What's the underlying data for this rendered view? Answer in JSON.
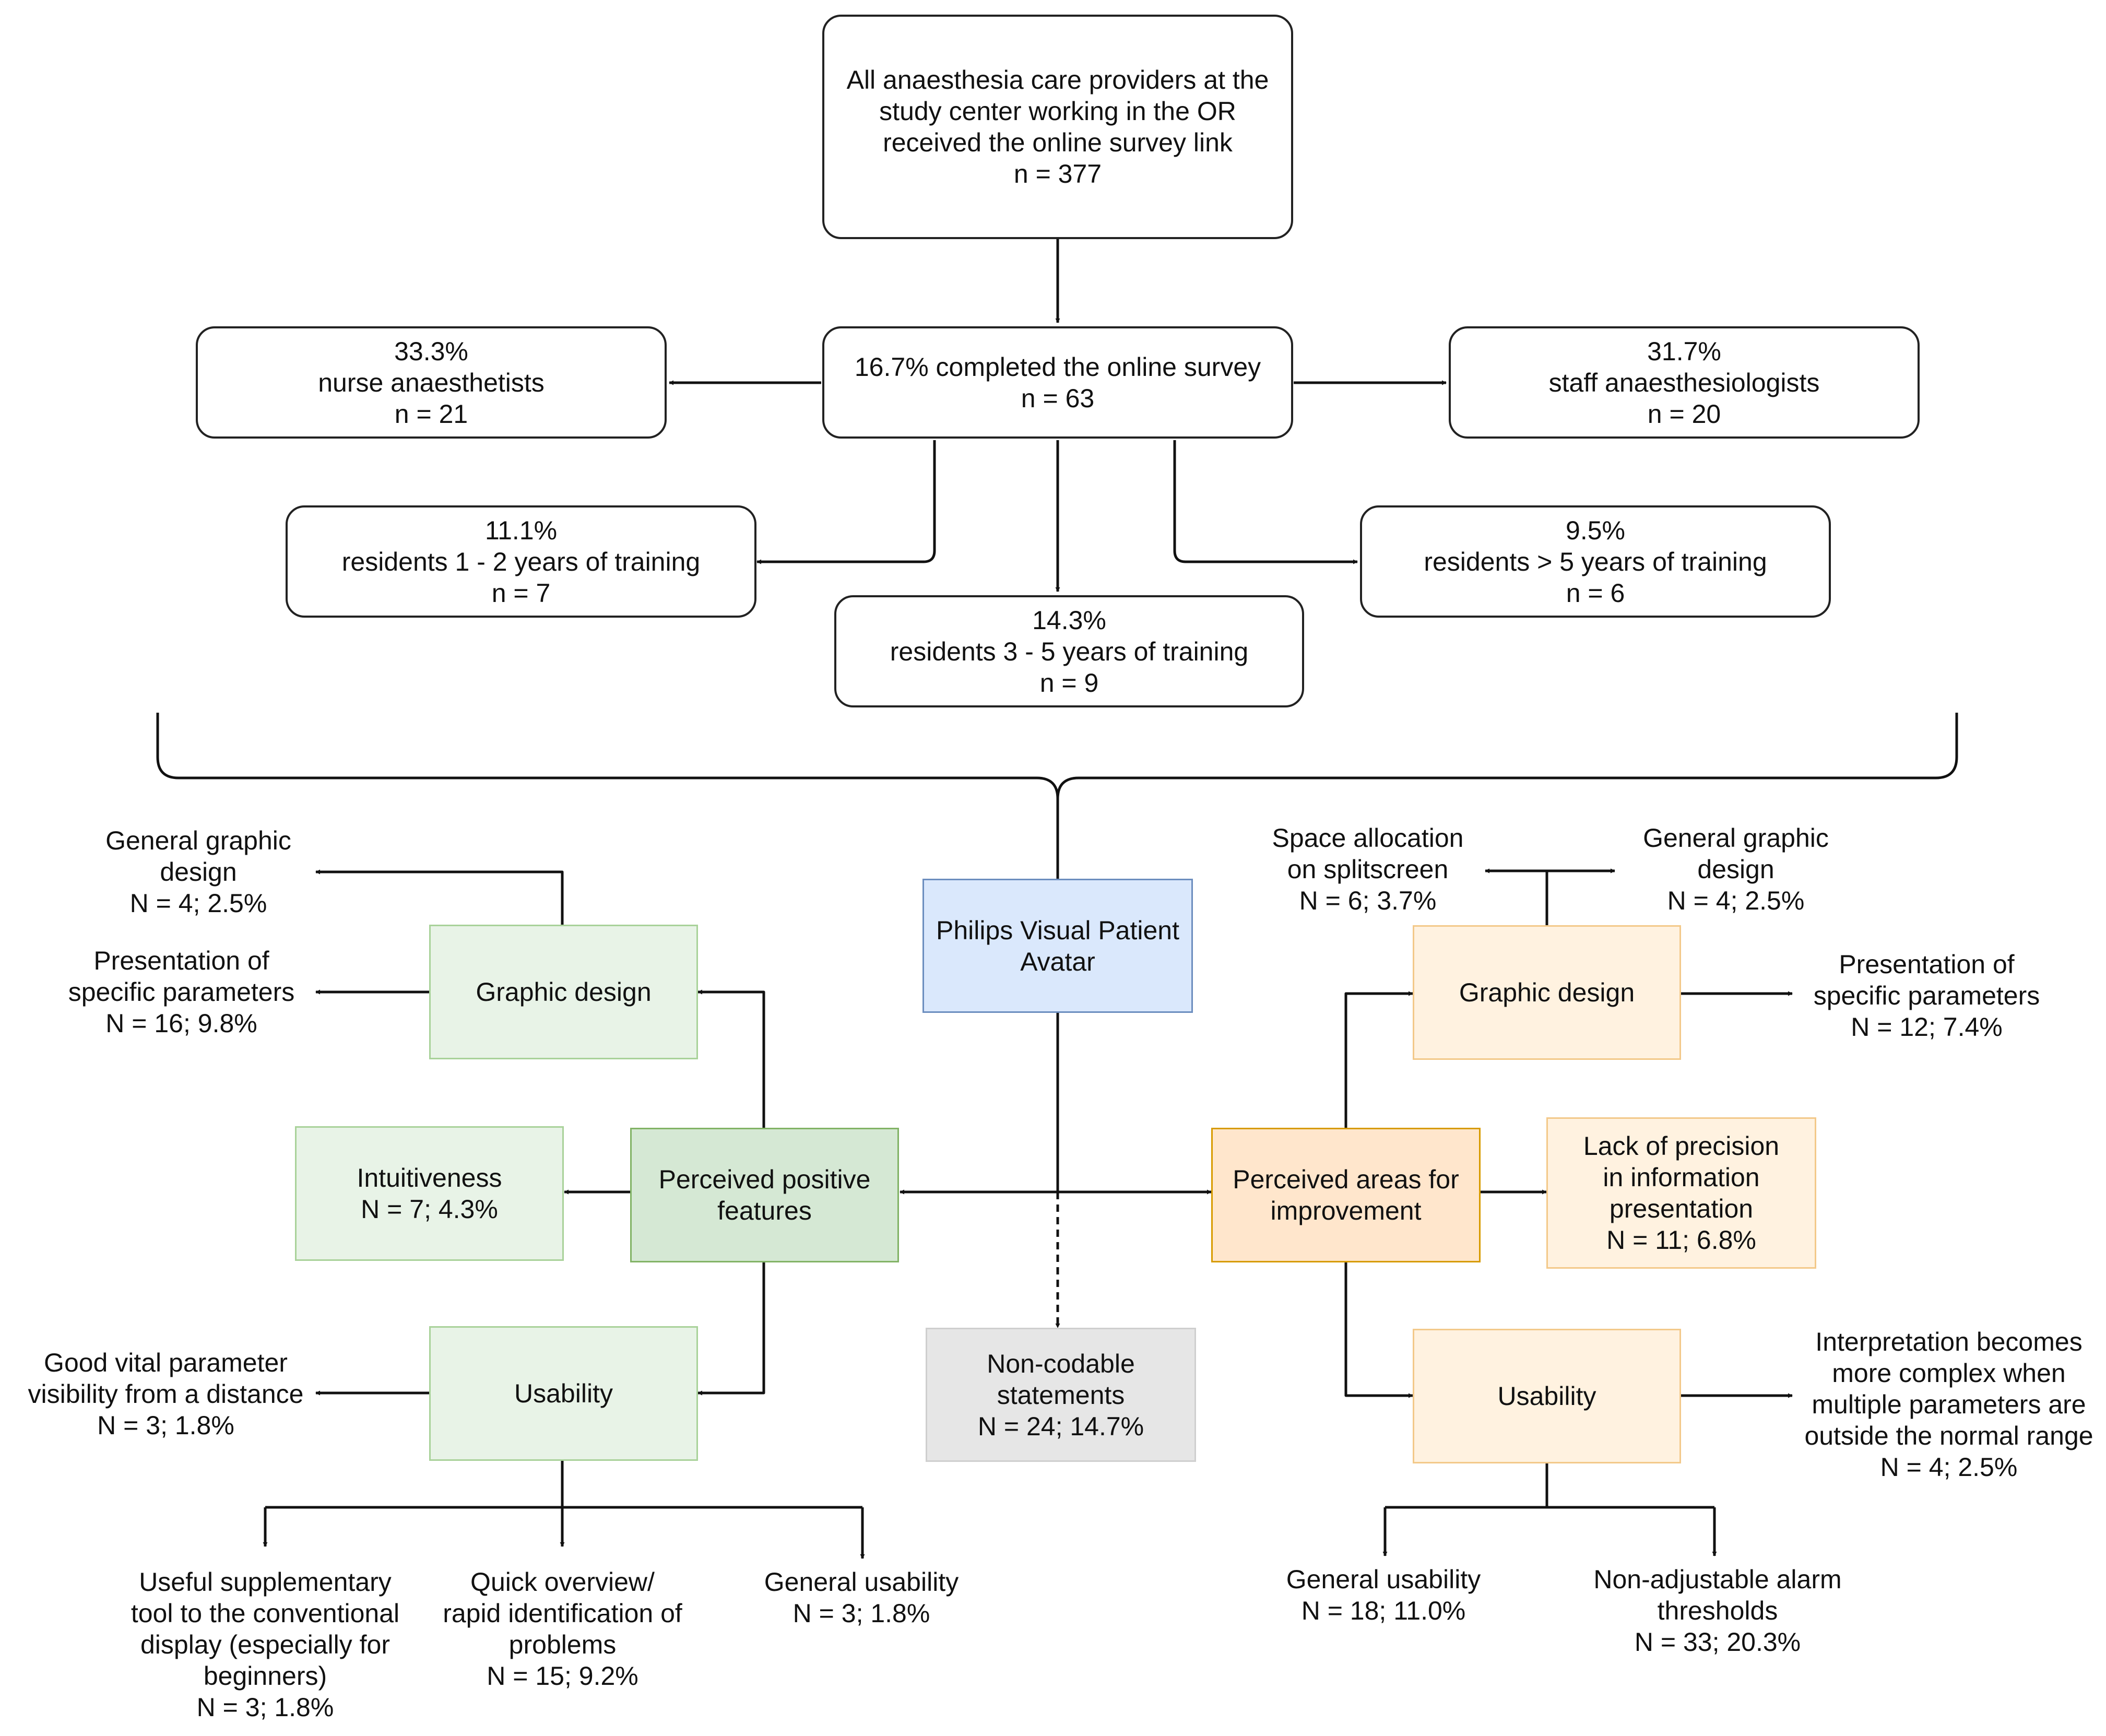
{
  "top_box": [
    "All anaesthesia care providers at the",
    "study center working in the OR",
    "received the online survey link",
    "n = 377"
  ],
  "completed_box": [
    "16.7% completed the online survey",
    "n = 63"
  ],
  "nurse_box": [
    "33.3%",
    "nurse anaesthetists",
    "n = 21"
  ],
  "staff_box": [
    "31.7%",
    "staff anaesthesiologists",
    "n = 20"
  ],
  "res12_box": [
    "11.1%",
    "residents 1 - 2 years of training",
    "n = 7"
  ],
  "res35_box": [
    "14.3%",
    "residents 3 - 5 years of training",
    "n = 9"
  ],
  "res5_box": [
    "9.5%",
    "residents > 5 years of training",
    "n = 6"
  ],
  "avatar_box": [
    "Philips Visual Patient",
    "Avatar"
  ],
  "noncodable_box": [
    "Non-codable",
    "statements",
    "N = 24; 14.7%"
  ],
  "positive": {
    "main": [
      "Perceived positive",
      "features"
    ],
    "graphic_design": [
      "Graphic design"
    ],
    "intuitiveness": [
      "Intuitiveness",
      "N = 7; 4.3%"
    ],
    "usability": [
      "Usability"
    ],
    "gd_general": [
      "General graphic",
      "design",
      "N = 4; 2.5%"
    ],
    "gd_specific": [
      "Presentation of",
      "specific parameters",
      "N = 16; 9.8%"
    ],
    "us_distance": [
      "Good vital parameter",
      "visibility from a distance",
      "N = 3; 1.8%"
    ],
    "us_supplementary": [
      "Useful supplementary",
      "tool to the conventional",
      "display (especially for",
      "beginners)",
      "N = 3; 1.8%"
    ],
    "us_overview": [
      "Quick overview/",
      "rapid identification of",
      "problems",
      "N = 15; 9.2%"
    ],
    "us_general": [
      "General usability",
      "N = 3; 1.8%"
    ]
  },
  "improvement": {
    "main": [
      "Perceived areas for",
      "improvement"
    ],
    "graphic_design": [
      "Graphic design"
    ],
    "precision": [
      "Lack of precision",
      "in information",
      "presentation",
      "N = 11; 6.8%"
    ],
    "usability": [
      "Usability"
    ],
    "gd_space": [
      "Space allocation",
      "on splitscreen",
      "N = 6; 3.7%"
    ],
    "gd_general": [
      "General graphic",
      "design",
      "N = 4; 2.5%"
    ],
    "gd_specific": [
      "Presentation of",
      "specific parameters",
      "N = 12; 7.4%"
    ],
    "us_interpretation": [
      "Interpretation becomes",
      "more complex when",
      "multiple parameters are",
      "outside the normal range",
      "N = 4; 2.5%"
    ],
    "us_general": [
      "General usability",
      "N = 18; 11.0%"
    ],
    "us_alarm": [
      "Non-adjustable alarm",
      "thresholds",
      "N = 33; 20.3%"
    ]
  }
}
